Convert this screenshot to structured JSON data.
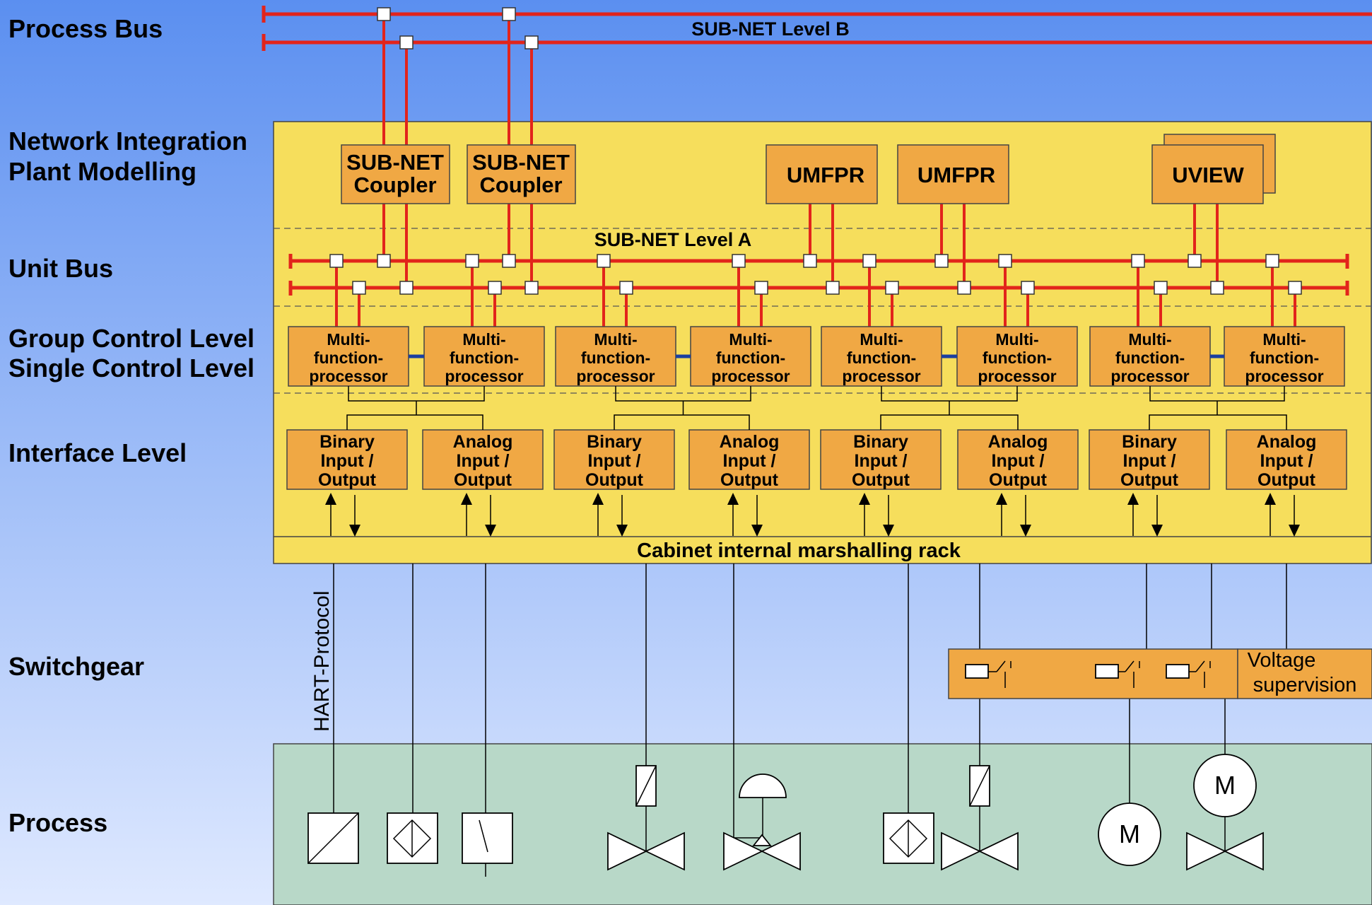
{
  "levels": {
    "process_bus": "Process Bus",
    "network_integration": "Network Integration",
    "plant_modelling": "Plant Modelling",
    "unit_bus": "Unit Bus",
    "group_control": "Group Control Level",
    "single_control": "Single Control Level",
    "interface": "Interface Level",
    "switchgear": "Switchgear",
    "process": "Process"
  },
  "buses": {
    "level_b": "SUB-NET Level B",
    "level_a": "SUB-NET Level A"
  },
  "modules": {
    "coupler_line1": "SUB-NET",
    "coupler_line2": "Coupler",
    "umfpr": "UMFPR",
    "uview": "UVIEW",
    "mfp_line1": "Multi-",
    "mfp_line2": "function-",
    "mfp_line3": "processor",
    "bin_line1": "Binary",
    "ana_line1": "Analog",
    "io_line2": "Input /",
    "io_line3": "Output"
  },
  "marshalling": "Cabinet internal marshalling  rack",
  "hart": "HART-Protocol",
  "voltage_line1": "Voltage",
  "voltage_line2": "supervision",
  "motor": "M",
  "colors": {
    "sky_top": "#5b8ff0",
    "sky_bottom": "#dfe9ff",
    "cabinet": "#f6de5c",
    "module": "#f0a844",
    "bus": "#e2241b",
    "process_area": "#b8d8c8"
  }
}
